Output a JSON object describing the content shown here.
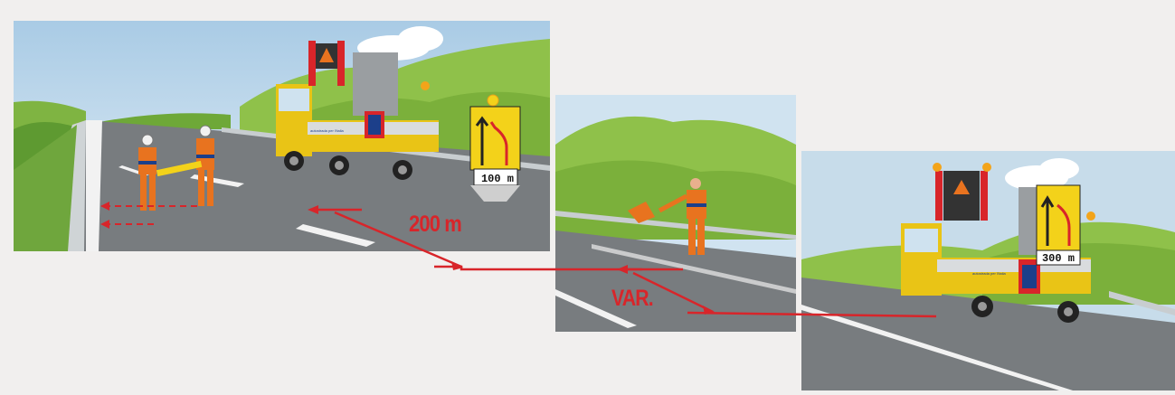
{
  "labels": {
    "distance_200": "200 m",
    "distance_var": "VAR."
  },
  "signs": {
    "sign_100": "100 m",
    "sign_300": "300 m"
  },
  "truck": {
    "branding": "autostrada per l'italia"
  },
  "colors": {
    "accent_red": "#d8252a",
    "sign_yellow": "#f3d21a",
    "truck_yellow": "#e9c416",
    "hillside_green": "#8fc14a",
    "asphalt_gray": "#75797c",
    "sky_blue": "#bcd6ea",
    "worker_orange": "#e8731f"
  },
  "icons": {
    "arrow_sign": "lane-merge-arrow-icon",
    "worker": "road-worker-icon",
    "truck": "signal-truck-icon",
    "beacon": "warning-beacon-icon"
  }
}
